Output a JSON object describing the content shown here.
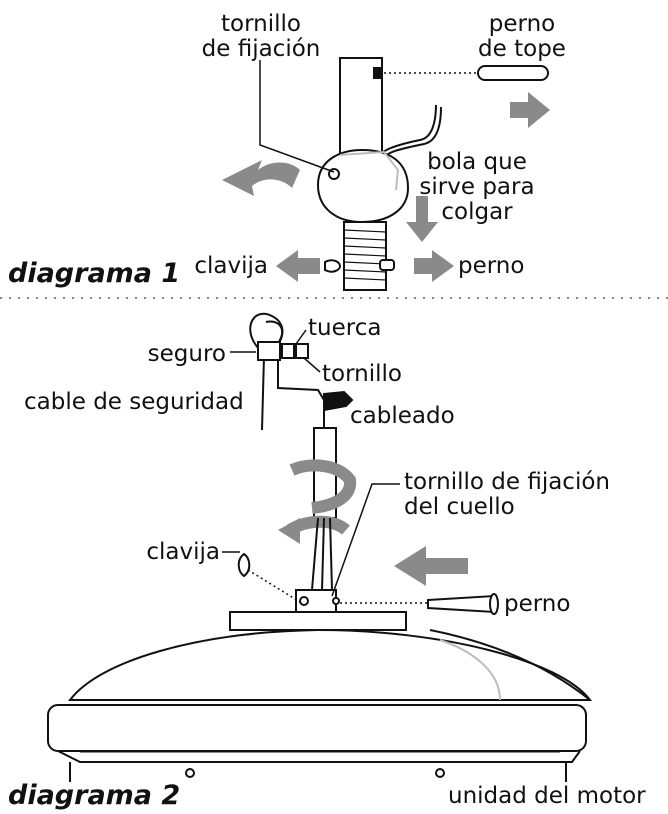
{
  "diagram1": {
    "title": "diagrama 1",
    "labels": {
      "set_screw": "tornillo\nde fijación",
      "stop_pin": "perno\nde tope",
      "hanger_ball": "bola que\nsirve para\ncolgar",
      "clip": "clavija",
      "pin": "perno"
    }
  },
  "diagram2": {
    "title": "diagrama 2",
    "labels": {
      "nut": "tuerca",
      "lock": "seguro",
      "bolt": "tornillo",
      "safety_cable": "cable de seguridad",
      "wiring": "cableado",
      "collar_set_screw": "tornillo de fijación\ndel cuello",
      "clip": "clavija",
      "pin": "perno",
      "motor_unit": "unidad del motor"
    }
  },
  "colors": {
    "arrow": "#8a8a8a",
    "line": "#111111",
    "accent_gray": "#bdbdbd"
  }
}
